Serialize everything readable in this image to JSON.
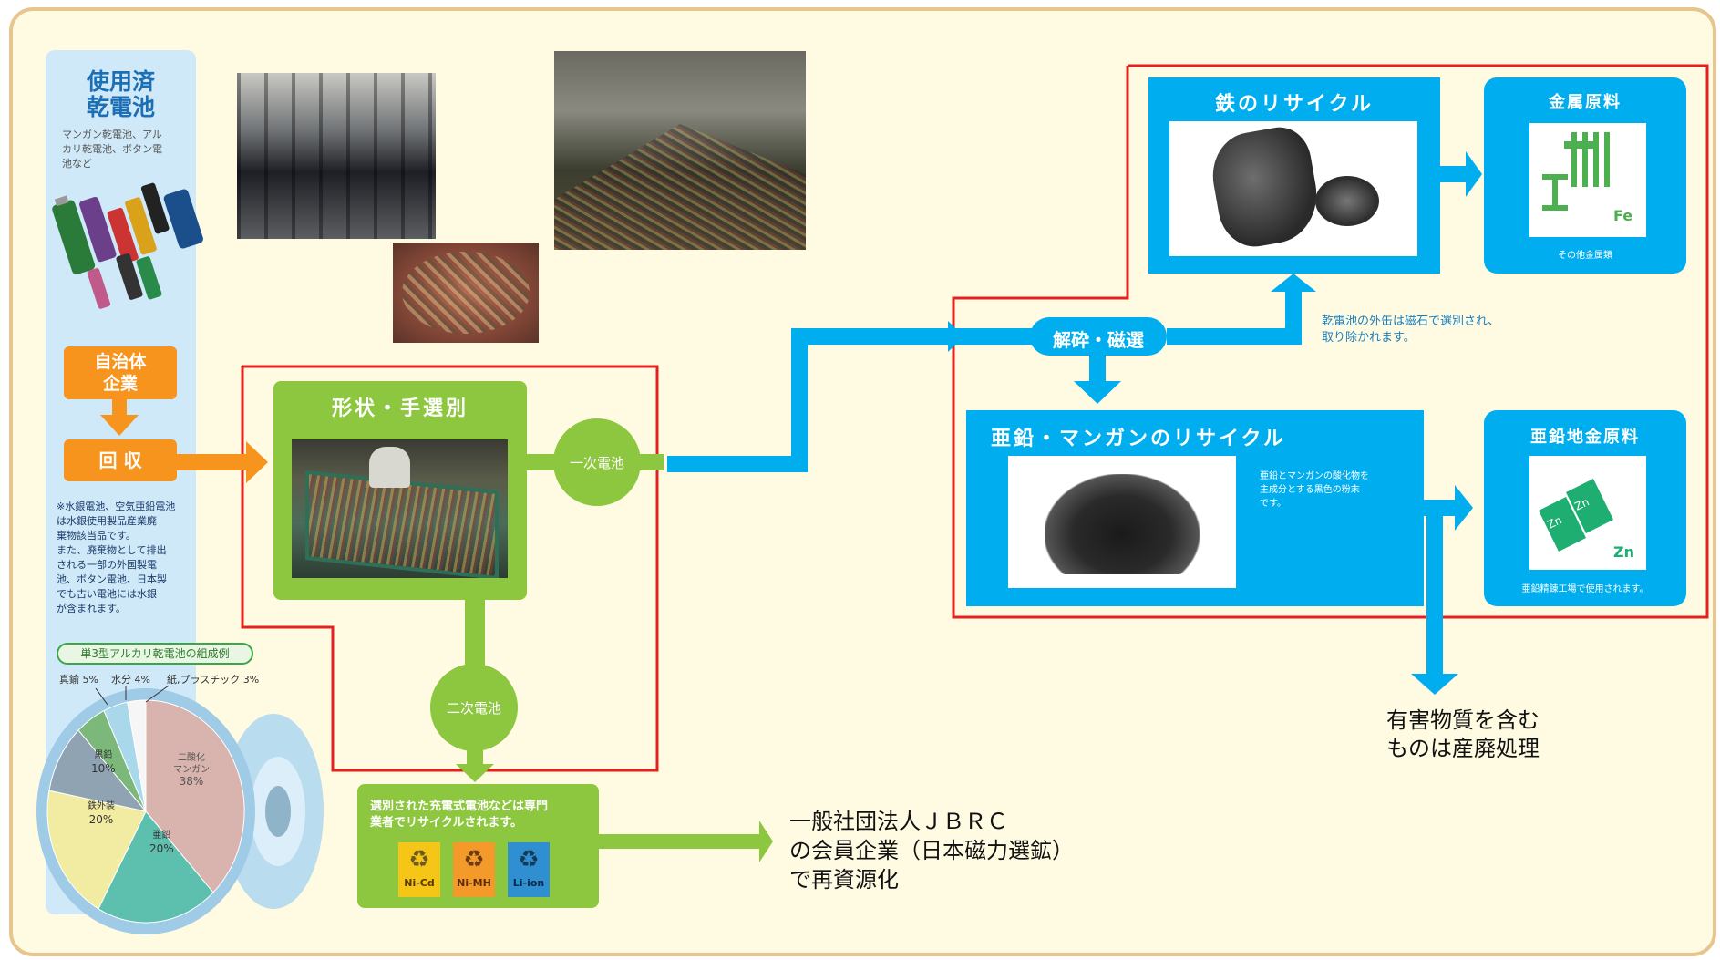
{
  "left_panel": {
    "title": [
      "使用済",
      "乾電池"
    ],
    "subtitle": [
      "マンガン乾電池、アル",
      "カリ乾電池、ボタン電",
      "池など"
    ],
    "source_box": [
      "自治体",
      "企業"
    ],
    "collect_box": "回 収",
    "note": [
      "※水銀電池、空気亜鉛電池",
      "は水銀使用製品産業廃",
      "棄物該当品です。",
      "また、廃棄物として排出",
      "される一部の外国製電",
      "池、ボタン電池、日本製",
      "でも古い電池には水銀",
      "が含まれます。"
    ]
  },
  "composition": {
    "title": "単3型アルカリ乾電池の組成例",
    "labels": [
      "真鍮 5%",
      "水分 4%",
      "紙,プラスチック 3%"
    ],
    "slices": [
      {
        "label": "二酸化\nマンガン",
        "value": 38,
        "color": "#d9b3ae"
      },
      {
        "label": "亜鉛",
        "value": 20,
        "color": "#5dbfae"
      },
      {
        "label": "鉄外装",
        "value": 20,
        "color": "#f2eca2"
      },
      {
        "label": "黒鉛",
        "value": 10,
        "color": "#8fa3b3"
      },
      {
        "label": "真鍮",
        "value": 5,
        "color": "#7cb87a"
      },
      {
        "label": "水分",
        "value": 4,
        "color": "#a8d8ea"
      },
      {
        "label": "紙,プラスチック",
        "value": 3,
        "color": "#f6f6f6"
      }
    ],
    "slice_text": {
      "manganese": [
        "二酸化",
        "マンガン",
        "38%"
      ],
      "zinc": [
        "亜鉛",
        "20%"
      ],
      "iron": [
        "鉄外装",
        "20%"
      ],
      "graphite": [
        "黒鉛",
        "10%"
      ]
    }
  },
  "sorting": {
    "title": "形状・手選別",
    "primary": "一次電池",
    "secondary": "二次電池"
  },
  "rechargeable_box": {
    "text": [
      "選別された充電式電池などは専門",
      "業者でリサイクルされます。"
    ],
    "badges": [
      "Ni-Cd",
      "Ni-MH",
      "Li-ion"
    ]
  },
  "jbrc_text": [
    "一般社団法人ＪＢＲＣ",
    "の会員企業（日本磁力選鉱）",
    "で再資源化"
  ],
  "crushing": "解砕・磁選",
  "iron_recycle": {
    "title": "鉄のリサイクル"
  },
  "metal_material": {
    "title": "金属原料",
    "symbol": "Fe",
    "caption": "その他金属類"
  },
  "magnet_note": [
    "乾電池の外缶は磁石で選別され、",
    "取り除かれます。"
  ],
  "zinc_recycle": {
    "title": "亜鉛・マンガンのリサイクル",
    "note": [
      "亜鉛とマンガンの酸化物を",
      "主成分とする黒色の粉末",
      "です。"
    ]
  },
  "zinc_material": {
    "title": "亜鉛地金原料",
    "symbol": "Zn",
    "caption": "亜鉛精錬工場で使用されます。"
  },
  "hazard_text": [
    "有害物質を含む",
    "ものは産廃処理"
  ],
  "colors": {
    "orange": "#f7941d",
    "green": "#8dc63f",
    "blue": "#00aeef",
    "red": "#e6201f",
    "panel": "#cfe9f8",
    "frame": "#e6c58e"
  }
}
